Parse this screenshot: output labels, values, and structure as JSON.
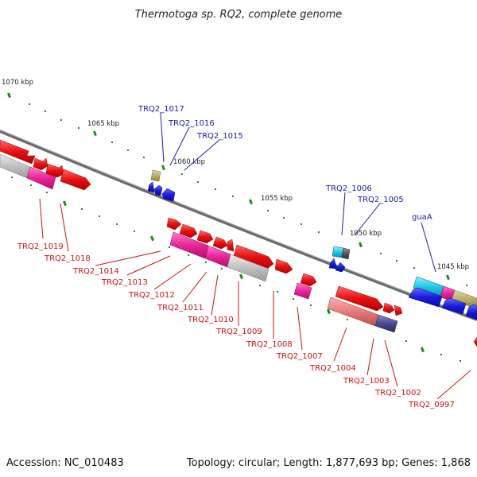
{
  "title": "Thermotoga sp. RQ2, complete genome",
  "footer": {
    "accession": "Accession: NC_010483",
    "summary": "Topology: circular; Length: 1,877,693 bp; Genes: 1,868"
  },
  "kbp_labels": [
    "1070 kbp",
    "1065 kbp",
    "1060 kbp",
    "1055 kbp",
    "1050 kbp",
    "1045 kbp"
  ],
  "genes_top": [
    "TRQ2_1017",
    "TRQ2_1016",
    "TRQ2_1015",
    "TRQ2_1006",
    "TRQ2_1005",
    "guaA"
  ],
  "genes_bottom": [
    "TRQ2_1019",
    "TRQ2_1018",
    "TRQ2_1014",
    "TRQ2_1013",
    "TRQ2_1012",
    "TRQ2_1011",
    "TRQ2_1010",
    "TRQ2_1009",
    "TRQ2_1008",
    "TRQ2_1007",
    "TRQ2_1004",
    "TRQ2_1003",
    "TRQ2_1002",
    "TRQ2_0997"
  ],
  "colors": {
    "red": "#e81010",
    "magenta": "#e8259a",
    "gray": "#c0c0c0",
    "blue": "#1a1ae0",
    "cyan": "#1ec8e8",
    "olive": "#b9ad6a",
    "salmon": "#e87a7a",
    "purple": "#4a4a90",
    "green_tick": "#1a8a1a",
    "label_blue": "#1a1aa8",
    "label_red": "#cc1111"
  }
}
